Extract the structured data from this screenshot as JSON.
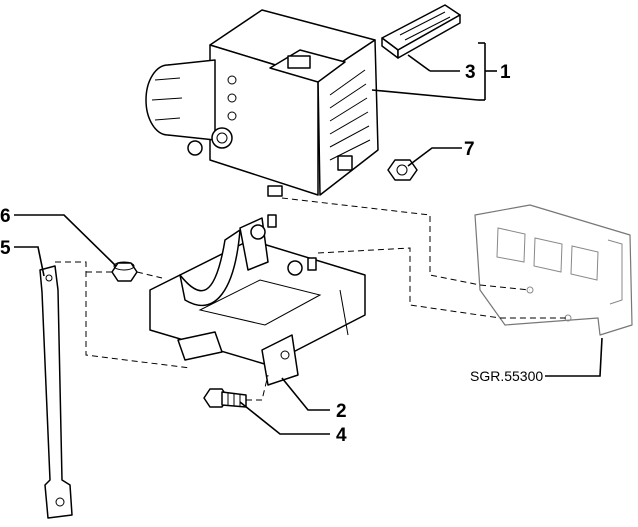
{
  "callouts": {
    "c1": "1",
    "c2": "2",
    "c3": "3",
    "c4": "4",
    "c5": "5",
    "c6": "6",
    "c7": "7"
  },
  "reference_code": "SGR.55300",
  "colors": {
    "line": "#000000",
    "background": "#ffffff",
    "ghost_part": "#777777"
  }
}
